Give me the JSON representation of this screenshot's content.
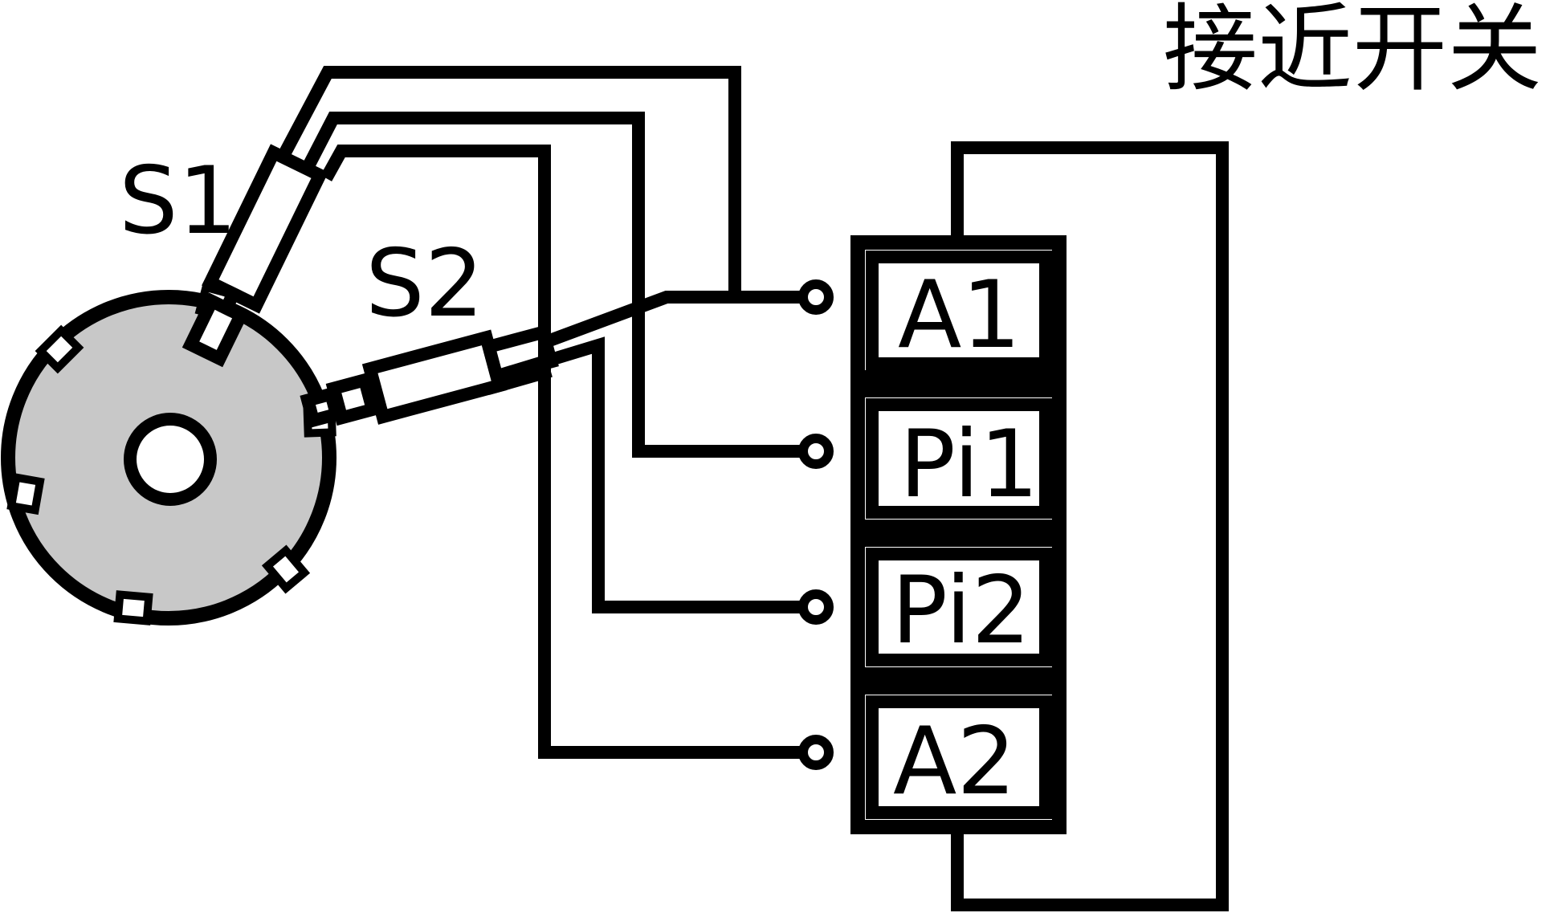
{
  "title": "接近开关",
  "sensors": {
    "s1": "S1",
    "s2": "S2"
  },
  "terminals": [
    "A1",
    "Pi1",
    "Pi2",
    "A2"
  ],
  "colors": {
    "wheel_fill": "#c8c8c8",
    "stroke": "#000000",
    "background": "#ffffff"
  }
}
